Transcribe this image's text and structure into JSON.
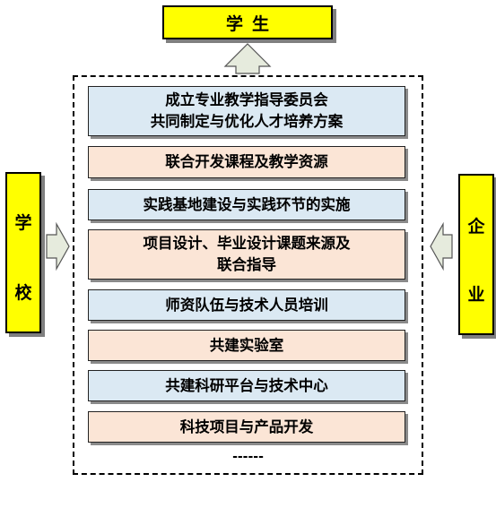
{
  "top_label": "学生",
  "left_label": [
    "学",
    "校"
  ],
  "right_label": [
    "企",
    "业"
  ],
  "steps": [
    {
      "lines": [
        "成立专业教学指导委员会",
        "共同制定与优化人才培养方案"
      ],
      "color": "blue"
    },
    {
      "lines": [
        "联合开发课程及教学资源"
      ],
      "color": "peach"
    },
    {
      "lines": [
        "实践基地建设与实践环节的实施"
      ],
      "color": "blue"
    },
    {
      "lines": [
        "项目设计、毕业设计课题来源及",
        "联合指导"
      ],
      "color": "peach"
    },
    {
      "lines": [
        "师资队伍与技术人员培训"
      ],
      "color": "blue"
    },
    {
      "lines": [
        "共建实验室"
      ],
      "color": "peach"
    },
    {
      "lines": [
        "共建科研平台与技术中心"
      ],
      "color": "blue"
    },
    {
      "lines": [
        "科技项目与产品开发"
      ],
      "color": "peach"
    }
  ],
  "ellipsis": "------",
  "colors": {
    "label_box": "#ffff00",
    "step_blue": "#dbe9f3",
    "step_peach": "#fbe5d6",
    "arrow_fill": "#e6ebdd"
  }
}
